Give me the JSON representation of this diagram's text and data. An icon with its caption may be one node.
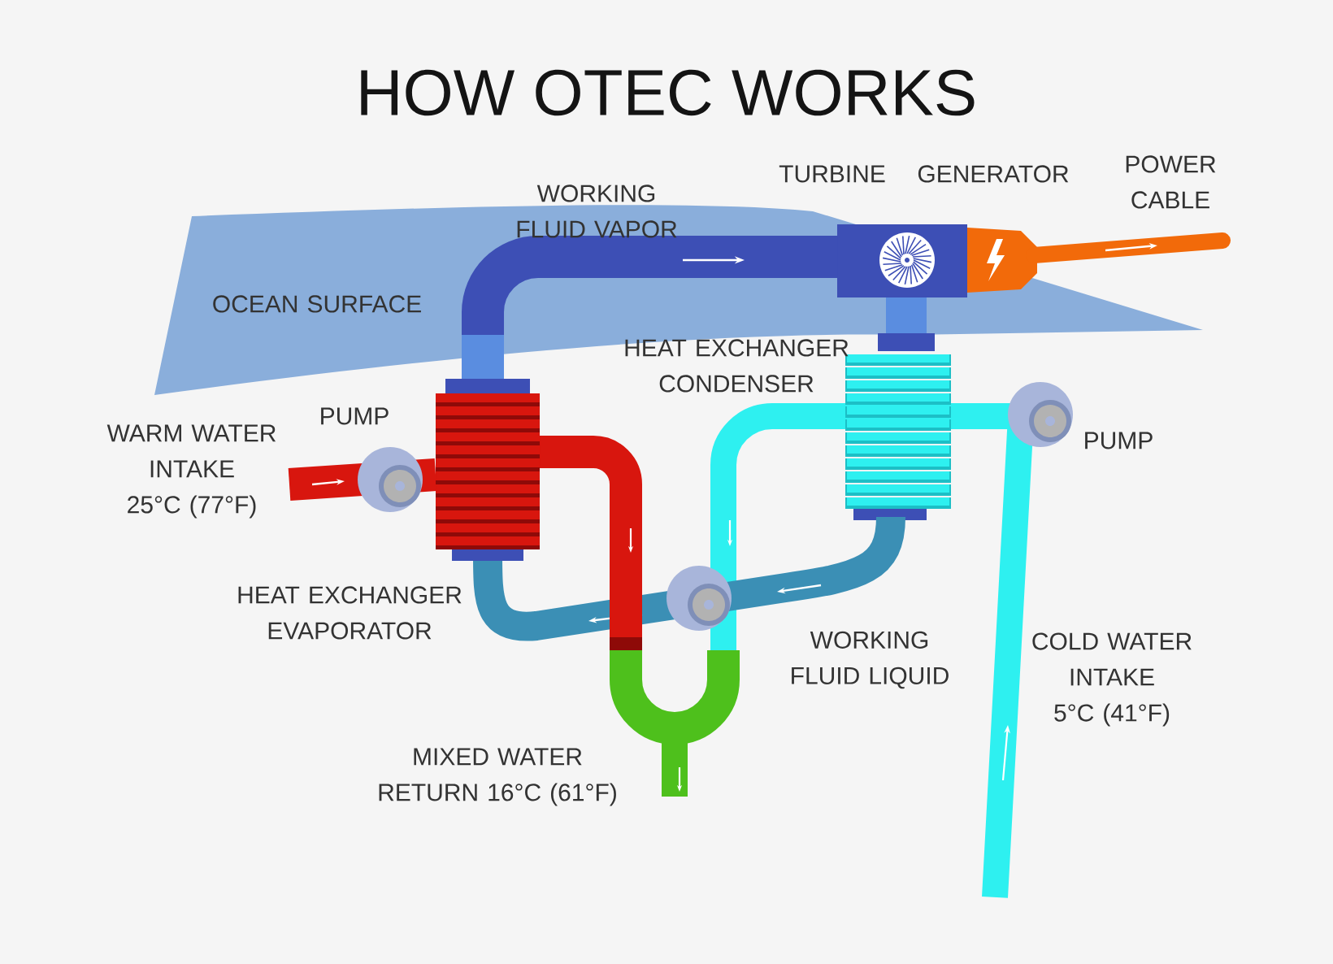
{
  "diagram": {
    "title": "HOW OTEC WORKS",
    "labels": [
      "WORKING FLUID VAPOR",
      "TURBINE",
      "GENERATOR",
      "POWER CABLE",
      "OCEAN SURFACE",
      "HEAT EXCHANGER CONDENSER",
      "PUMP",
      "WARM WATER INTAKE 25°C (77°F)",
      "PUMP",
      "HEAT EXCHANGER EVAPORATOR",
      "WORKING FLUID LIQUID",
      "COLD WATER INTAKE 5°C (41°F)",
      "MIXED WATER RETURN 16°C (61°F)"
    ]
  }
}
